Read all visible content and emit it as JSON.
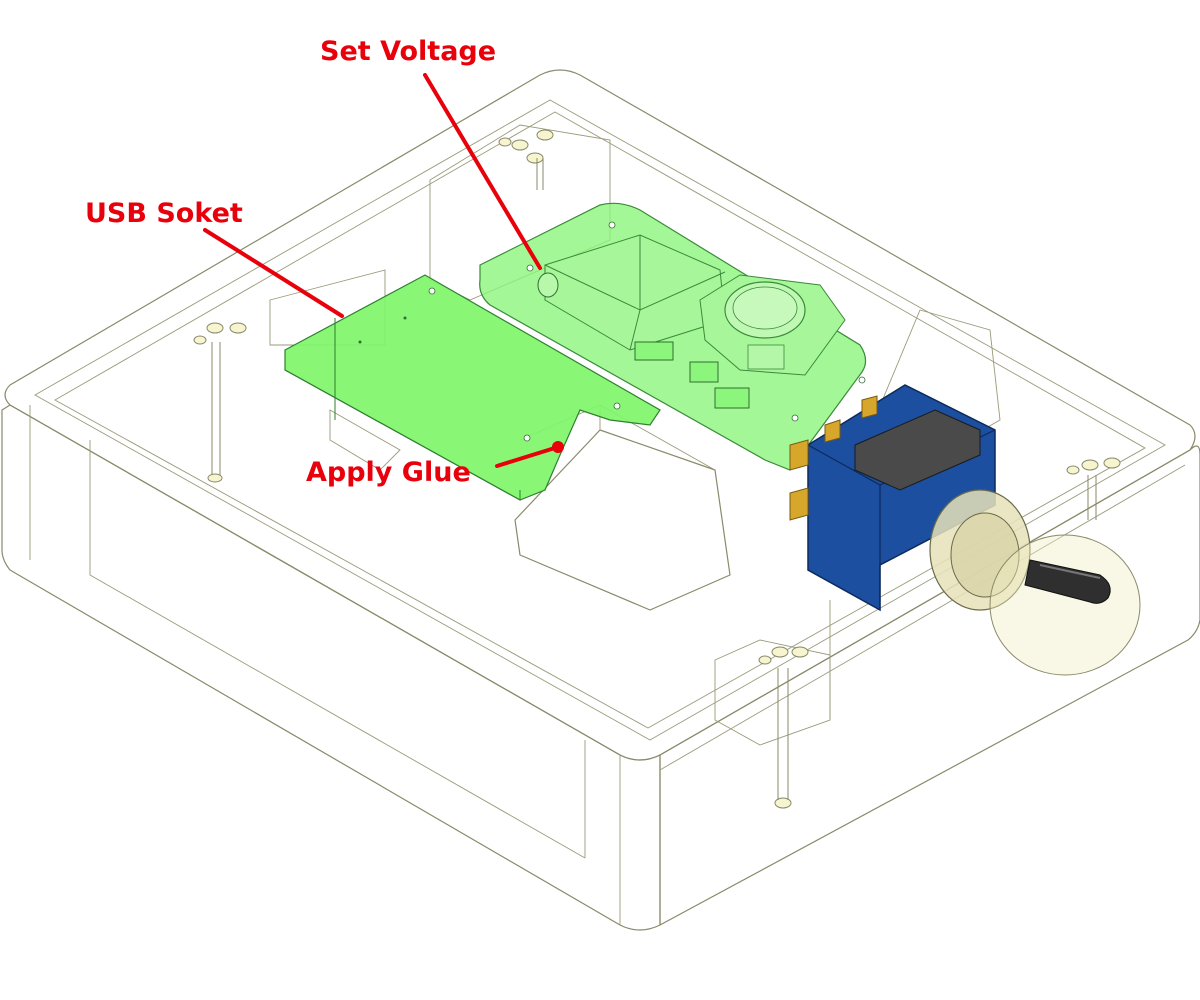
{
  "callouts": {
    "set_voltage": "Set Voltage",
    "usb_socket": "USB Soket",
    "apply_glue": "Apply Glue"
  },
  "colors": {
    "enclosure_fill": "#f3f2c4",
    "enclosure_edge": "#8a8a6a",
    "pcb_green": "#7ff56a",
    "pcb_green_light": "#aef79c",
    "switch_blue": "#1d4fa0",
    "switch_dark": "#2f2f2f",
    "callout_red": "#e8000b"
  }
}
